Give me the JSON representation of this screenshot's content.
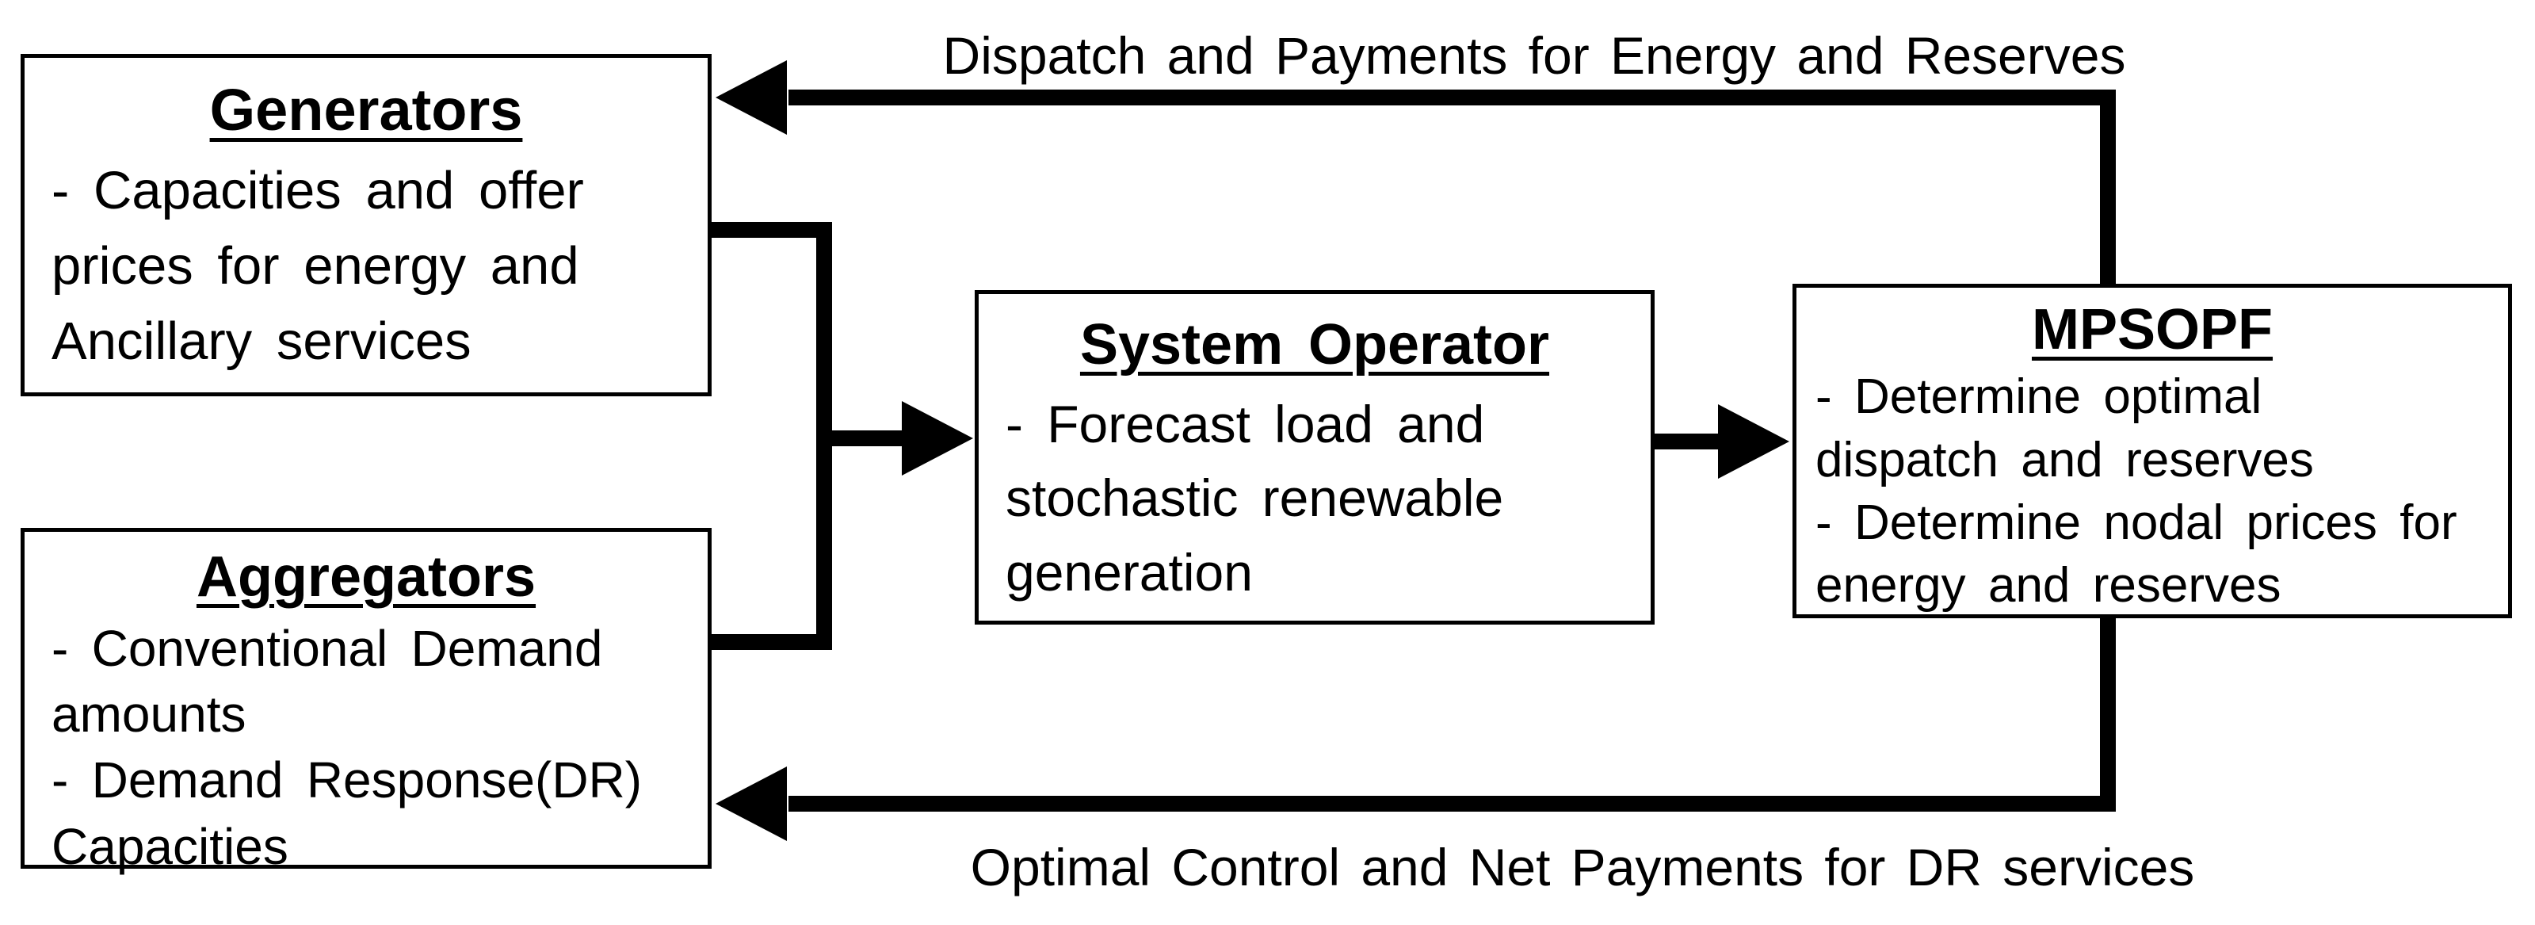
{
  "labels": {
    "top": "Dispatch and Payments for Energy and Reserves",
    "bottom": "Optimal Control and Net Payments for DR services"
  },
  "boxes": {
    "generators": {
      "title": "Generators",
      "lines": [
        "- Capacities and offer",
        "prices for energy and",
        "Ancillary services"
      ]
    },
    "aggregators": {
      "title": "Aggregators",
      "lines": [
        "- Conventional Demand",
        "amounts",
        "- Demand Response(DR)",
        "Capacities"
      ]
    },
    "system_operator": {
      "title": "System Operator",
      "lines": [
        "- Forecast load and",
        "stochastic renewable",
        "generation"
      ]
    },
    "mpsopf": {
      "title": "MPSOPF",
      "lines": [
        "- Determine optimal",
        "dispatch and reserves",
        "- Determine nodal prices for",
        "energy and reserves"
      ]
    }
  },
  "colors": {
    "ink": "#000000",
    "background": "#ffffff"
  }
}
